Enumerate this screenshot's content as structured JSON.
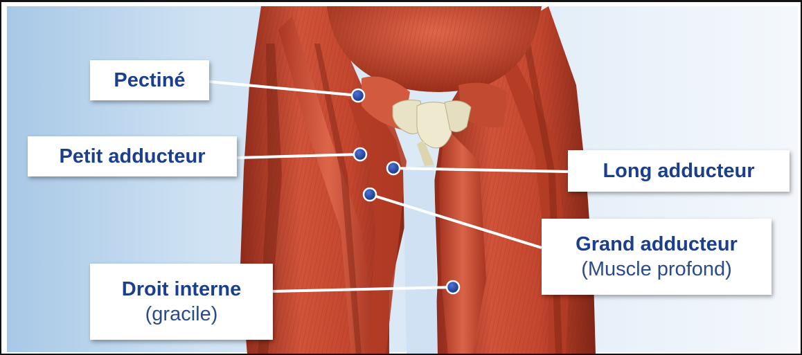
{
  "labels": {
    "pectine": "Pectiné",
    "petit_adducteur": "Petit adducteur",
    "long_adducteur": "Long adducteur",
    "grand_adducteur": "Grand adducteur",
    "grand_adducteur_sub": "(Muscle profond)",
    "droit_interne": "Droit interne",
    "droit_interne_sub": "(gracile)"
  },
  "colors": {
    "label_text": "#1a3f8f",
    "muscle": "#c8442c",
    "bone": "#e9e3c8",
    "marker": "#1d3f99"
  }
}
